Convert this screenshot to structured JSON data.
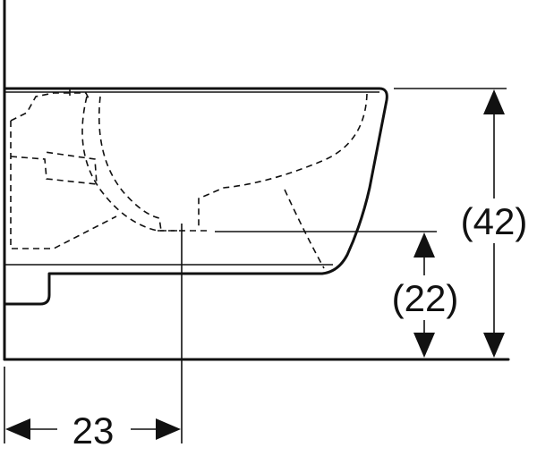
{
  "dimensions": {
    "height_total": "(42)",
    "height_outlet": "(22)",
    "depth_outlet": "23"
  }
}
